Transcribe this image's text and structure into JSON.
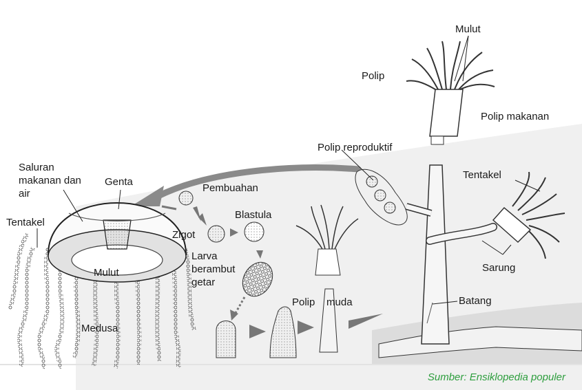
{
  "labels": {
    "mulut_top": "Mulut",
    "polip": "Polip",
    "polip_makanan": "Polip makanan",
    "polip_reproduktif": "Polip reproduktif",
    "tentakel_right": "Tentakel",
    "sarung": "Sarung",
    "batang": "Batang",
    "polip_muda": "Polip    muda",
    "saluran": "Saluran makanan dan air",
    "genta": "Genta",
    "pembuahan": "Pembuahan",
    "blastula": "Blastula",
    "zigot": "Zigot",
    "tentakel_left": "Tentakel",
    "larva": "Larva berambut getar",
    "mulut_medusa": "Mulut",
    "medusa": "Medusa"
  },
  "source": "Sumber: Ensiklopedia populer",
  "colors": {
    "source_text": "#2e9e3e",
    "line": "#222222",
    "shade": "#cfcfcf",
    "arrow": "#6e6e6e"
  }
}
